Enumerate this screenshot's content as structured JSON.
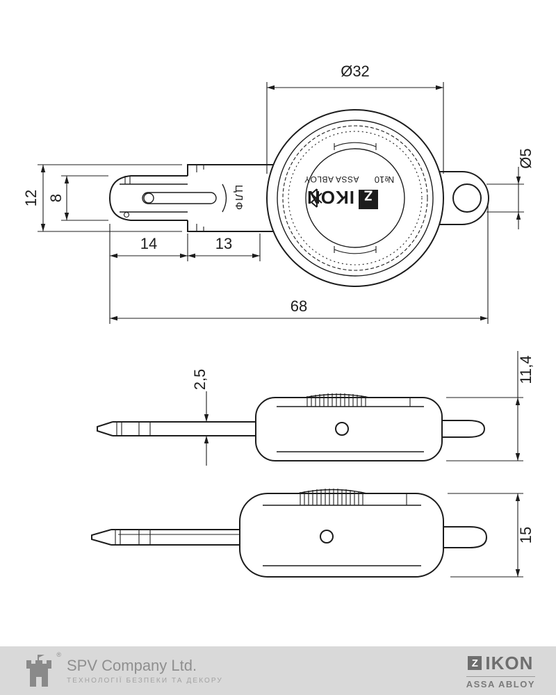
{
  "drawing": {
    "dims": {
      "head_diameter": "Ø32",
      "ring_hole_diameter": "Ø5",
      "bow_width": "12",
      "blade_width": "8",
      "tip_length": "14",
      "mid_length": "13",
      "total_length": "68",
      "blade_thickness": "2,5",
      "head_thickness_a": "11,4",
      "head_thickness_b": "15"
    },
    "engraving": {
      "brand_letter": "Z",
      "brand": "IKON",
      "maker": "ASSA ABLOY",
      "model": "№10",
      "neck_stamp": "ЦЛФ"
    }
  },
  "footer": {
    "company": "SPV Company Ltd.",
    "tagline": "ТЕХНОЛОГІЇ БЕЗПЕКИ ТА ДЕКОРУ",
    "reg_mark": "®",
    "brand_letter": "Z",
    "brand": "IKON",
    "brand_group": "ASSA ABLOY"
  },
  "colors": {
    "line": "#1c1c1c",
    "footer_bg": "#d9d9d9",
    "footer_text": "#8f8f8f"
  }
}
